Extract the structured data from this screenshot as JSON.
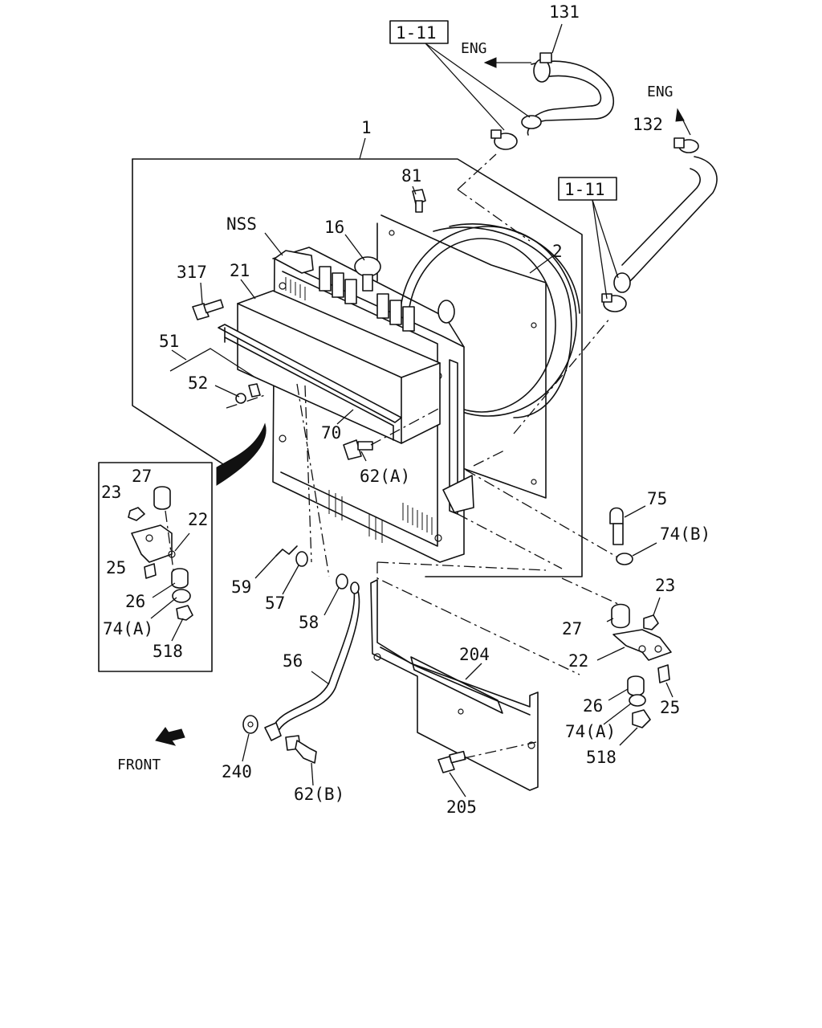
{
  "callouts": {
    "c131": "131",
    "c132": "132",
    "ref_top": "1-11",
    "ref_mid": "1-11",
    "eng_top": "ENG",
    "eng_right": "ENG",
    "c1": "1",
    "c81": "81",
    "c2": "2",
    "cNSS": "NSS",
    "c16": "16",
    "c317": "317",
    "c21": "21",
    "c51": "51",
    "c52": "52",
    "c70": "70",
    "c62a": "62(A)",
    "c27_inset": "27",
    "c23_inset": "23",
    "c22_inset": "22",
    "c25_inset": "25",
    "c26_inset": "26",
    "c74a_inset": "74(A)",
    "c518_inset": "518",
    "c59": "59",
    "c57": "57",
    "c58": "58",
    "c56": "56",
    "c75": "75",
    "c74b": "74(B)",
    "c23": "23",
    "c27": "27",
    "c22": "22",
    "c204": "204",
    "c26": "26",
    "c25": "25",
    "c74a": "74(A)",
    "c518": "518",
    "c240": "240",
    "c62b": "62(B)",
    "c205": "205",
    "front": "FRONT"
  }
}
